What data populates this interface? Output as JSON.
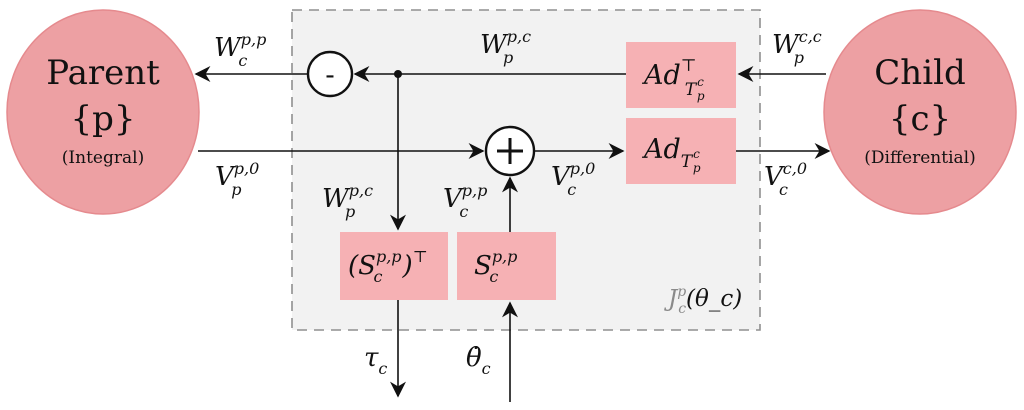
{
  "parent": {
    "title": "Parent",
    "set": "{p}",
    "note": "(Integral)"
  },
  "child": {
    "title": "Child",
    "set": "{c}",
    "note": "(Differential)"
  },
  "block_label": {
    "base": "J",
    "sup": "p",
    "sub": "c",
    "arg": "(θ_c)"
  },
  "operators": {
    "minus": "-",
    "plus": "+"
  },
  "blocks": {
    "ad_transpose": {
      "base": "Ad",
      "sup": "⊤",
      "sub": "T",
      "sub_sup": "c",
      "sub_sub": "p"
    },
    "ad": {
      "base": "Ad",
      "sub": "T",
      "sub_sup": "c",
      "sub_sub": "p"
    },
    "s_transpose": {
      "open": "(",
      "base": "S",
      "sup": "p,p",
      "sub": "c",
      "close": ")",
      "outer_sup": "⊤"
    },
    "s": {
      "base": "S",
      "sup": "p,p",
      "sub": "c"
    }
  },
  "signals": {
    "W_c_pp": {
      "base": "W",
      "sup": "p,p",
      "sub": "c"
    },
    "W_p_pc_top": {
      "base": "W",
      "sup": "p,c",
      "sub": "p"
    },
    "W_p_cc": {
      "base": "W",
      "sup": "c,c",
      "sub": "p"
    },
    "V_p_p0": {
      "base": "V",
      "sup": "p,0",
      "sub": "p"
    },
    "V_c_c0": {
      "base": "V",
      "sup": "c,0",
      "sub": "c"
    },
    "V_c_p0": {
      "base": "V",
      "sup": "p,0",
      "sub": "c"
    },
    "V_c_pp": {
      "base": "V",
      "sup": "p,p",
      "sub": "c"
    },
    "W_p_pc_mid": {
      "base": "W",
      "sup": "p,c",
      "sub": "p"
    },
    "tau": {
      "base": "τ",
      "sub": "c"
    },
    "theta_dot": {
      "base": "θ̇",
      "sub": "c"
    }
  },
  "colors": {
    "node_fill": "#eda0a3",
    "node_stroke": "#e58a8e",
    "block_fill": "#f6b1b4",
    "frame_fill": "#f2f2f2",
    "frame_stroke": "#8f8f8f",
    "line": "#111111"
  }
}
